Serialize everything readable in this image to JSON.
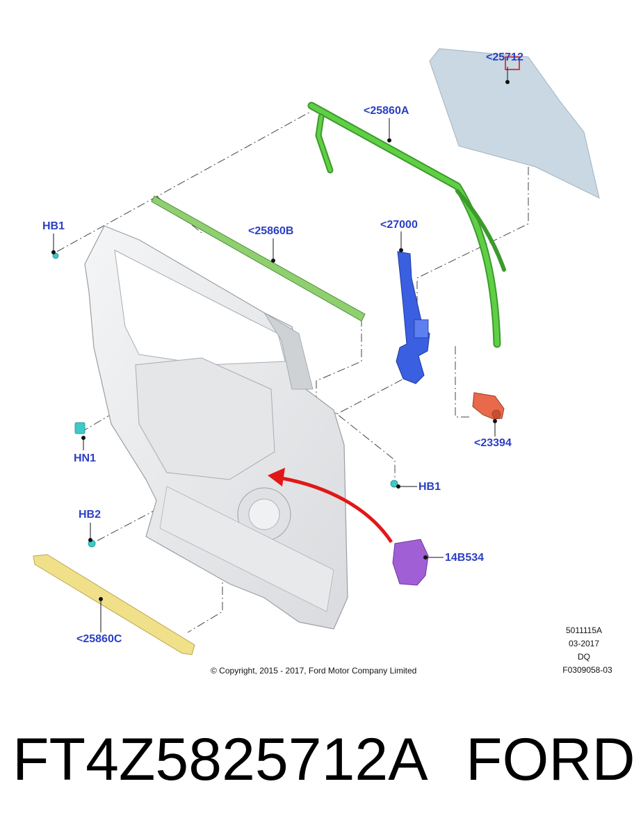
{
  "callouts": {
    "glass": "<25712",
    "run_channel": "<25860A",
    "belt_weatherstrip": "<25860B",
    "regulator": "<27000",
    "motor": "<23394",
    "module": "14B534",
    "bottom_strip": "<25860C",
    "hb1_top": "HB1",
    "hb1_bottom": "HB1",
    "hn1": "HN1",
    "hb2": "HB2"
  },
  "drawing_info": {
    "number": "5011115A",
    "date": "03-2017",
    "code": "DQ",
    "ref": "F0309058-03"
  },
  "copyright": "© Copyright, 2015 - 2017, Ford Motor Company Limited",
  "footer": {
    "part_number": "FT4Z5825712A",
    "brand": "FORD"
  },
  "colors": {
    "callout": "#2b3fc4",
    "glass": "#c9d8e2",
    "run_channel": "#5fcf45",
    "belt_weatherstrip": "#8fcf6f",
    "regulator": "#3a5fe0",
    "motor": "#e86a4a",
    "module": "#a15fd6",
    "bottom_strip": "#f0e08a",
    "fastener": "#3fc9c9",
    "arrow": "#e01818",
    "highlight_box": "#e01818"
  }
}
